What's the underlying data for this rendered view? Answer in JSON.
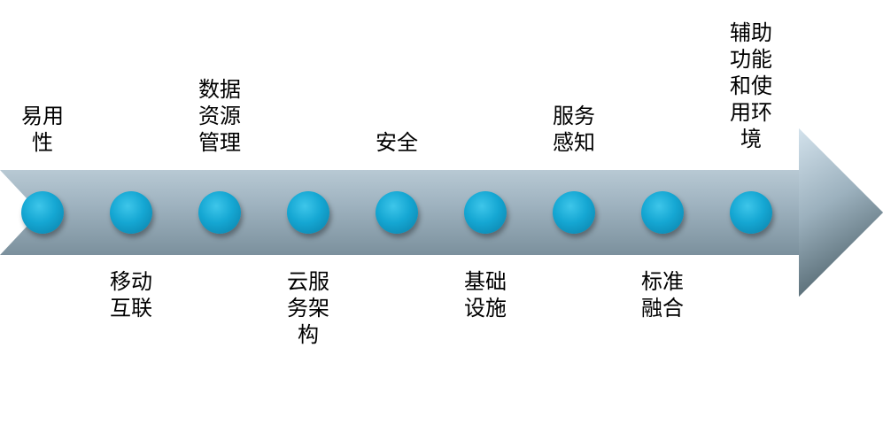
{
  "stages": [
    {
      "label": "易用\n性"
    },
    {
      "label": "移动\n互联"
    },
    {
      "label": "数据\n资源\n管理"
    },
    {
      "label": "云服\n务架\n构"
    },
    {
      "label": "安全"
    },
    {
      "label": "基础\n设施"
    },
    {
      "label": "服务\n感知"
    },
    {
      "label": "标准\n融合"
    },
    {
      "label": "辅助\n功能\n和使\n用环\n境"
    }
  ]
}
